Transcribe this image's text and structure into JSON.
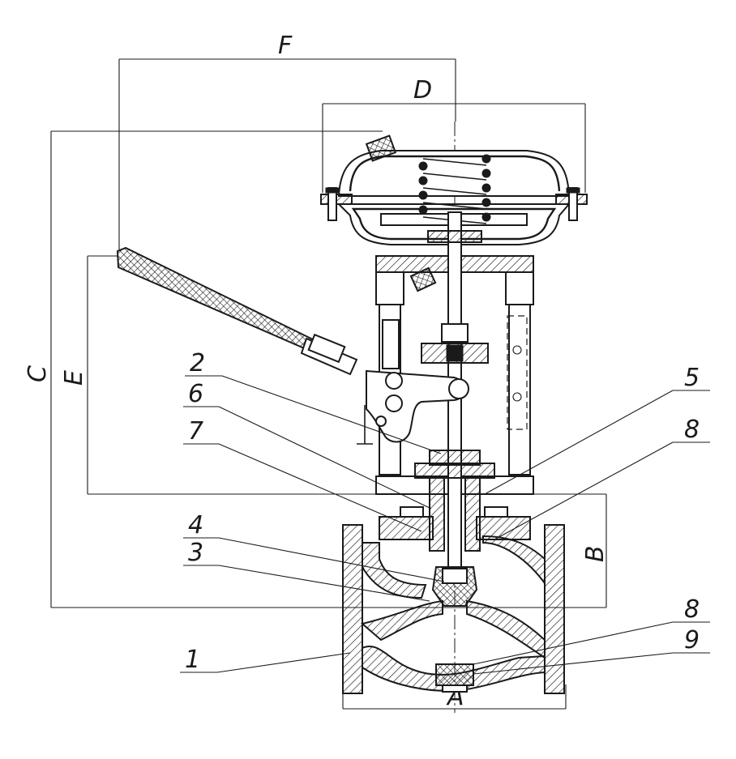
{
  "dimensions": {
    "A": "A",
    "B": "B",
    "C": "C",
    "D": "D",
    "E": "E",
    "F": "F"
  },
  "callouts": {
    "c1": "1",
    "c2": "2",
    "c3": "3",
    "c4": "4",
    "c5": "5",
    "c6": "6",
    "c7": "7",
    "c8a": "8",
    "c8b": "8",
    "c9": "9"
  }
}
